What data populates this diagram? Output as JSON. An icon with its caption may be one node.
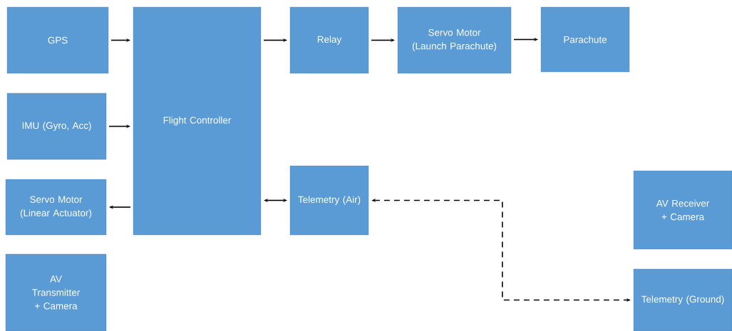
{
  "diagram": {
    "nodes": [
      {
        "text": [
          "GPS"
        ]
      },
      {
        "text": [
          "IMU (Gyro, Acc)"
        ]
      },
      {
        "text": [
          "Servo Motor (Linear Actuator)"
        ]
      },
      {
        "text": [
          "AV Transmitter + Camera"
        ]
      },
      {
        "text": [
          "Flight Controller"
        ]
      },
      {
        "text": [
          "Relay"
        ]
      },
      {
        "text": [
          "Servo Motor (Launch Parachute)"
        ]
      },
      {
        "text": [
          "Parachute"
        ]
      },
      {
        "text": [
          "Telemetry (Air)"
        ]
      },
      {
        "text": [
          "AV Receiver + Camera"
        ]
      },
      {
        "text": [
          "Telemetry (Ground)"
        ]
      }
    ],
    "edges": [
      {
        "from": 0,
        "to": 4,
        "arrow": "to"
      },
      {
        "from": 1,
        "to": 4,
        "arrow": "to"
      },
      {
        "from": 4,
        "to": 2,
        "arrow": "to"
      },
      {
        "from": 4,
        "to": 8,
        "arrow": "both"
      },
      {
        "from": 4,
        "to": 5,
        "arrow": "to"
      },
      {
        "from": 5,
        "to": 6,
        "arrow": "to"
      },
      {
        "from": 6,
        "to": 7,
        "arrow": "to"
      },
      {
        "from": 8,
        "to": 10,
        "arrow": "both",
        "style": "dashed"
      }
    ]
  }
}
